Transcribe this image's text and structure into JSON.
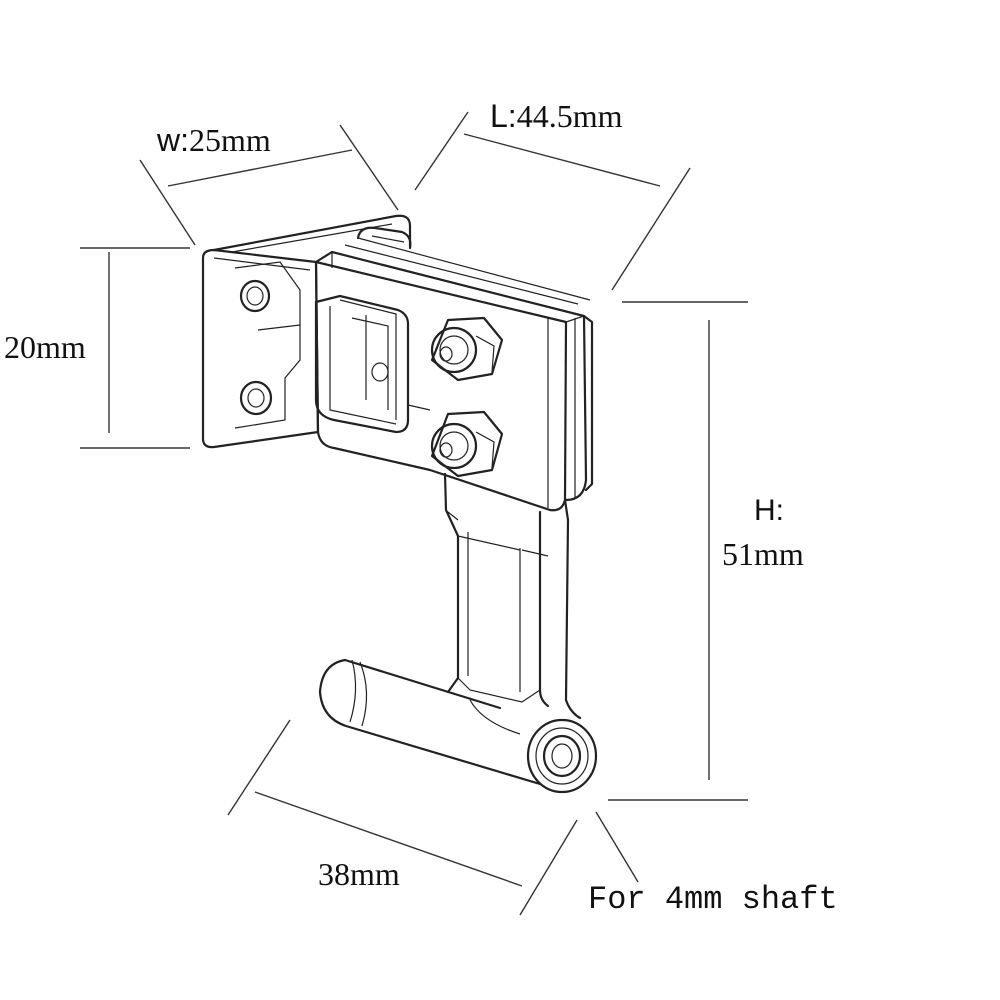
{
  "labels": {
    "width_prefix": "w:",
    "width_value": "25mm",
    "length_prefix": "L:",
    "length_value": "44.5mm",
    "height_left": "20mm",
    "height_key": "H:",
    "height_value": "51mm",
    "length_bottom": "38mm",
    "shaft_note": "For 4mm shaft"
  }
}
